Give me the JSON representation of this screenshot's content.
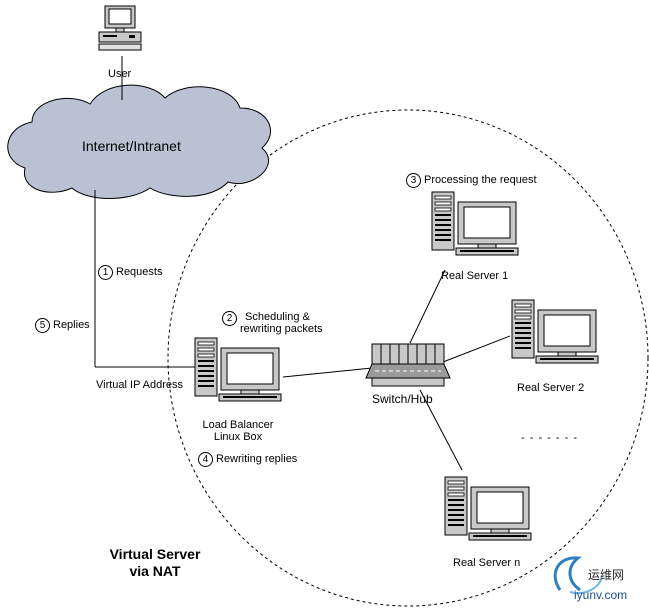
{
  "labels": {
    "user": "User",
    "cloud": "Internet/Intranet",
    "virtual_ip": "Virtual IP Address",
    "lb_line1": "Load Balancer",
    "lb_line2": "Linux Box",
    "switch": "Switch/Hub",
    "rs1": "Real Server 1",
    "rs2": "Real Server 2",
    "rsn": "Real Server n",
    "ellipsis": "- - - - - - -"
  },
  "steps": [
    {
      "num": "1",
      "text": "Requests"
    },
    {
      "num": "2",
      "text_line1": "Scheduling &",
      "text_line2": "rewriting packets"
    },
    {
      "num": "3",
      "text": "Processing the request"
    },
    {
      "num": "4",
      "text": "Rewriting replies"
    },
    {
      "num": "5",
      "text": "Replies"
    }
  ],
  "title": {
    "line1": "Virtual Server",
    "line2": "via NAT"
  },
  "watermark": {
    "cn": "运维网",
    "url": "iyunv.com"
  },
  "colors": {
    "cloud_fill": "#b9c1d2",
    "monitor_screen": "#ffffff",
    "device_gray": "#c8c8c8",
    "logo_blue": "#1a4f8c"
  }
}
